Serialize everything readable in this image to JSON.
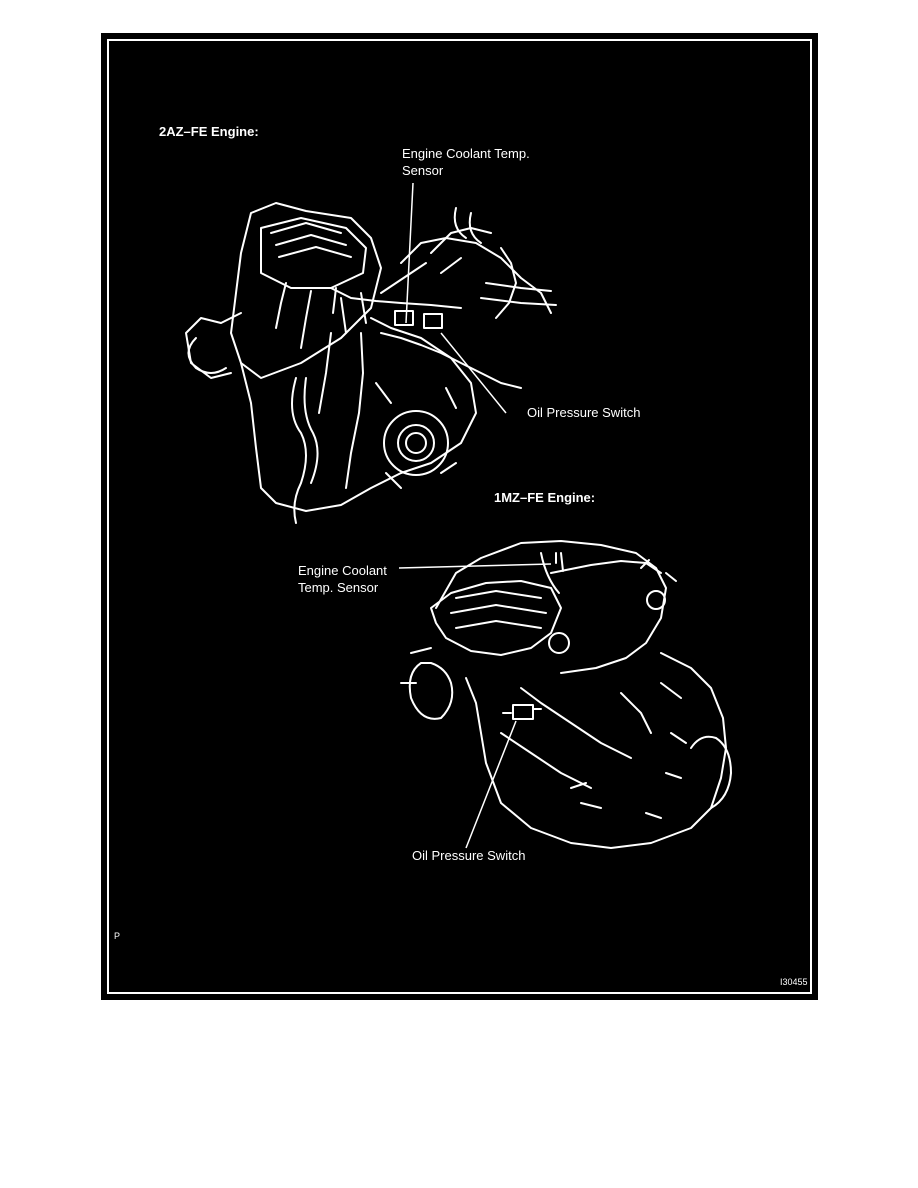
{
  "figure": {
    "section_a": {
      "heading": "2AZ–FE Engine:",
      "coolant_label": "Engine Coolant Temp.\nSensor",
      "oil_label": "Oil Pressure Switch"
    },
    "section_b": {
      "heading": "1MZ–FE Engine:",
      "coolant_label": "Engine Coolant\nTemp. Sensor",
      "oil_label": "Oil Pressure Switch"
    },
    "corner_mark": "P",
    "figure_id": "I30455"
  },
  "colors": {
    "background": "#000000",
    "line_art": "#ffffff",
    "page": "#ffffff"
  }
}
